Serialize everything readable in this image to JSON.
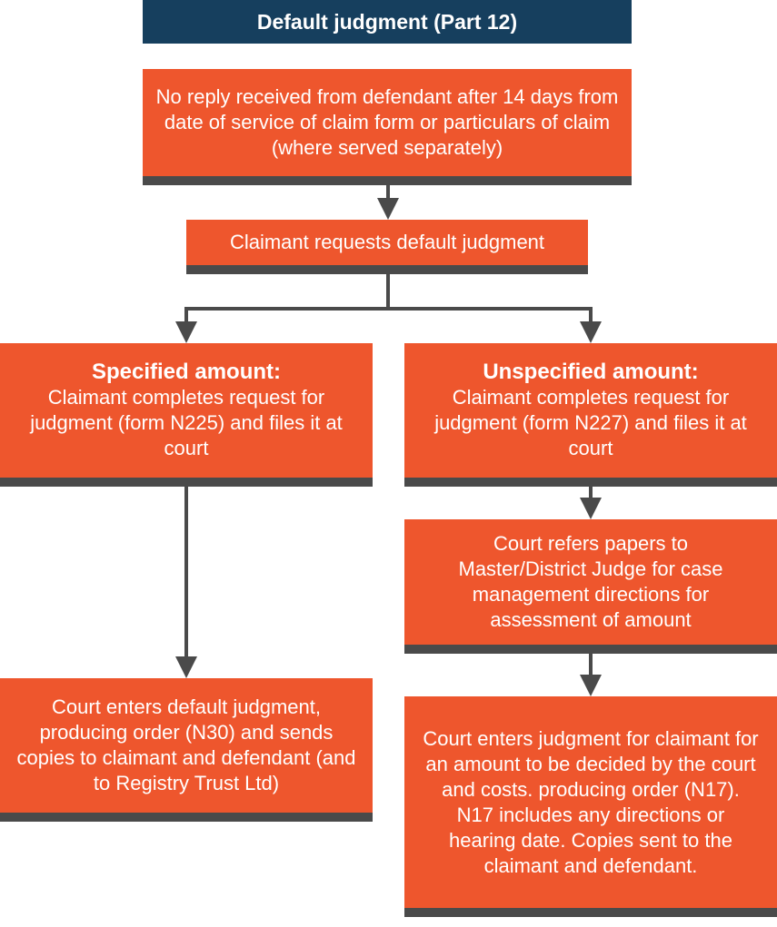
{
  "header": {
    "title": "Default judgment (Part 12)"
  },
  "colors": {
    "header": "#163f5e",
    "box": "#ee562d",
    "shadow": "#4a4a4a",
    "connector": "#4a4a4a"
  },
  "nodes": {
    "no_reply": "No reply received from defendant after 14 days from date of service of claim form or particulars of claim (where served separately)",
    "request": "Claimant requests default judgment",
    "specified": {
      "title": "Specified amount:",
      "text": "Claimant completes request for judgment (form N225) and files it at court"
    },
    "unspecified": {
      "title": "Unspecified amount:",
      "text": "Claimant completes request for judgment (form N227) and files it at court"
    },
    "refers": "Court refers papers to Master/District Judge for case management directions for assessment of amount",
    "enters_default": "Court enters default judgment, producing order (N30) and sends copies to claimant and defendant (and to Registry Trust Ltd)",
    "enters_unspecified": "Court enters judgment for claimant for an amount to be decided by the court and costs. producing order (N17). N17 includes any directions or hearing date. Copies sent to the claimant and defendant."
  }
}
